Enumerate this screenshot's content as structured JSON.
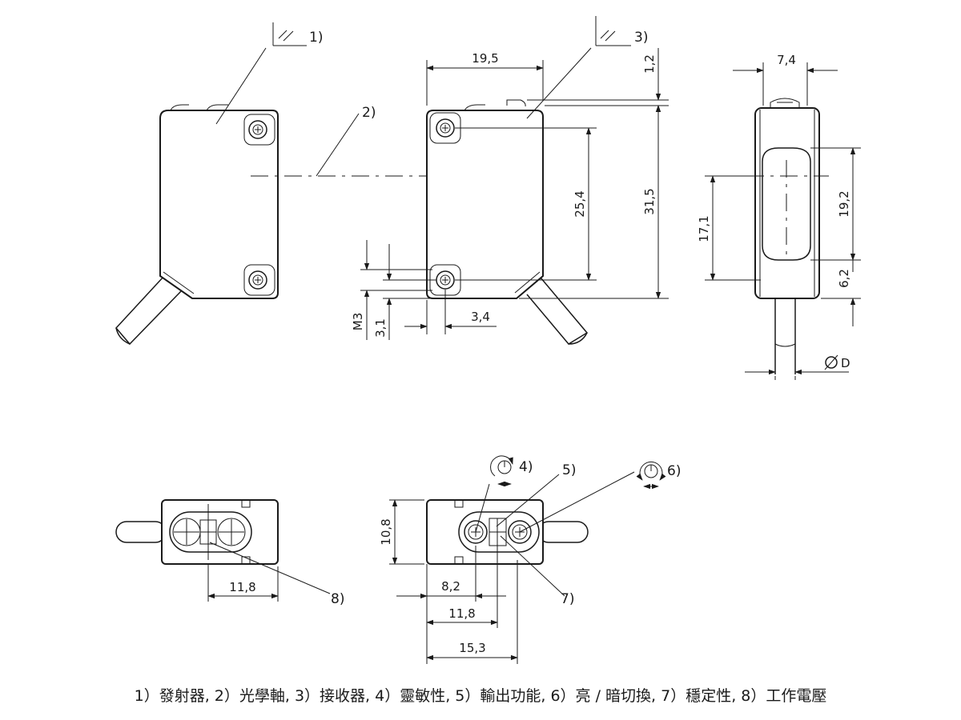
{
  "callouts": {
    "c1": "1)",
    "c2": "2)",
    "c3": "3)",
    "c4": "4)",
    "c5": "5)",
    "c6": "6)",
    "c7": "7)",
    "c8": "8)"
  },
  "dimensions": {
    "width_19_5": "19,5",
    "gap_1_2": "1,2",
    "hole_pitch_25_4": "25,4",
    "height_31_5": "31,5",
    "thread_m3": "M3",
    "offset_3_1": "3,1",
    "offset_3_4": "3,4",
    "depth_7_4": "7,4",
    "lens_19_2": "19,2",
    "axis_17_1": "17,1",
    "bottom_6_2": "6,2",
    "diameter_d": "D",
    "height_10_8": "10,8",
    "pitch_11_8_left": "11,8",
    "pitch_8_2": "8,2",
    "pitch_11_8_right": "11,8",
    "pitch_15_3": "15,3"
  },
  "legend": "1）發射器, 2）光學軸, 3）接收器, 4）靈敏性, 5）輸出功能, 6）亮 / 暗切換, 7）穩定性, 8）工作電壓"
}
